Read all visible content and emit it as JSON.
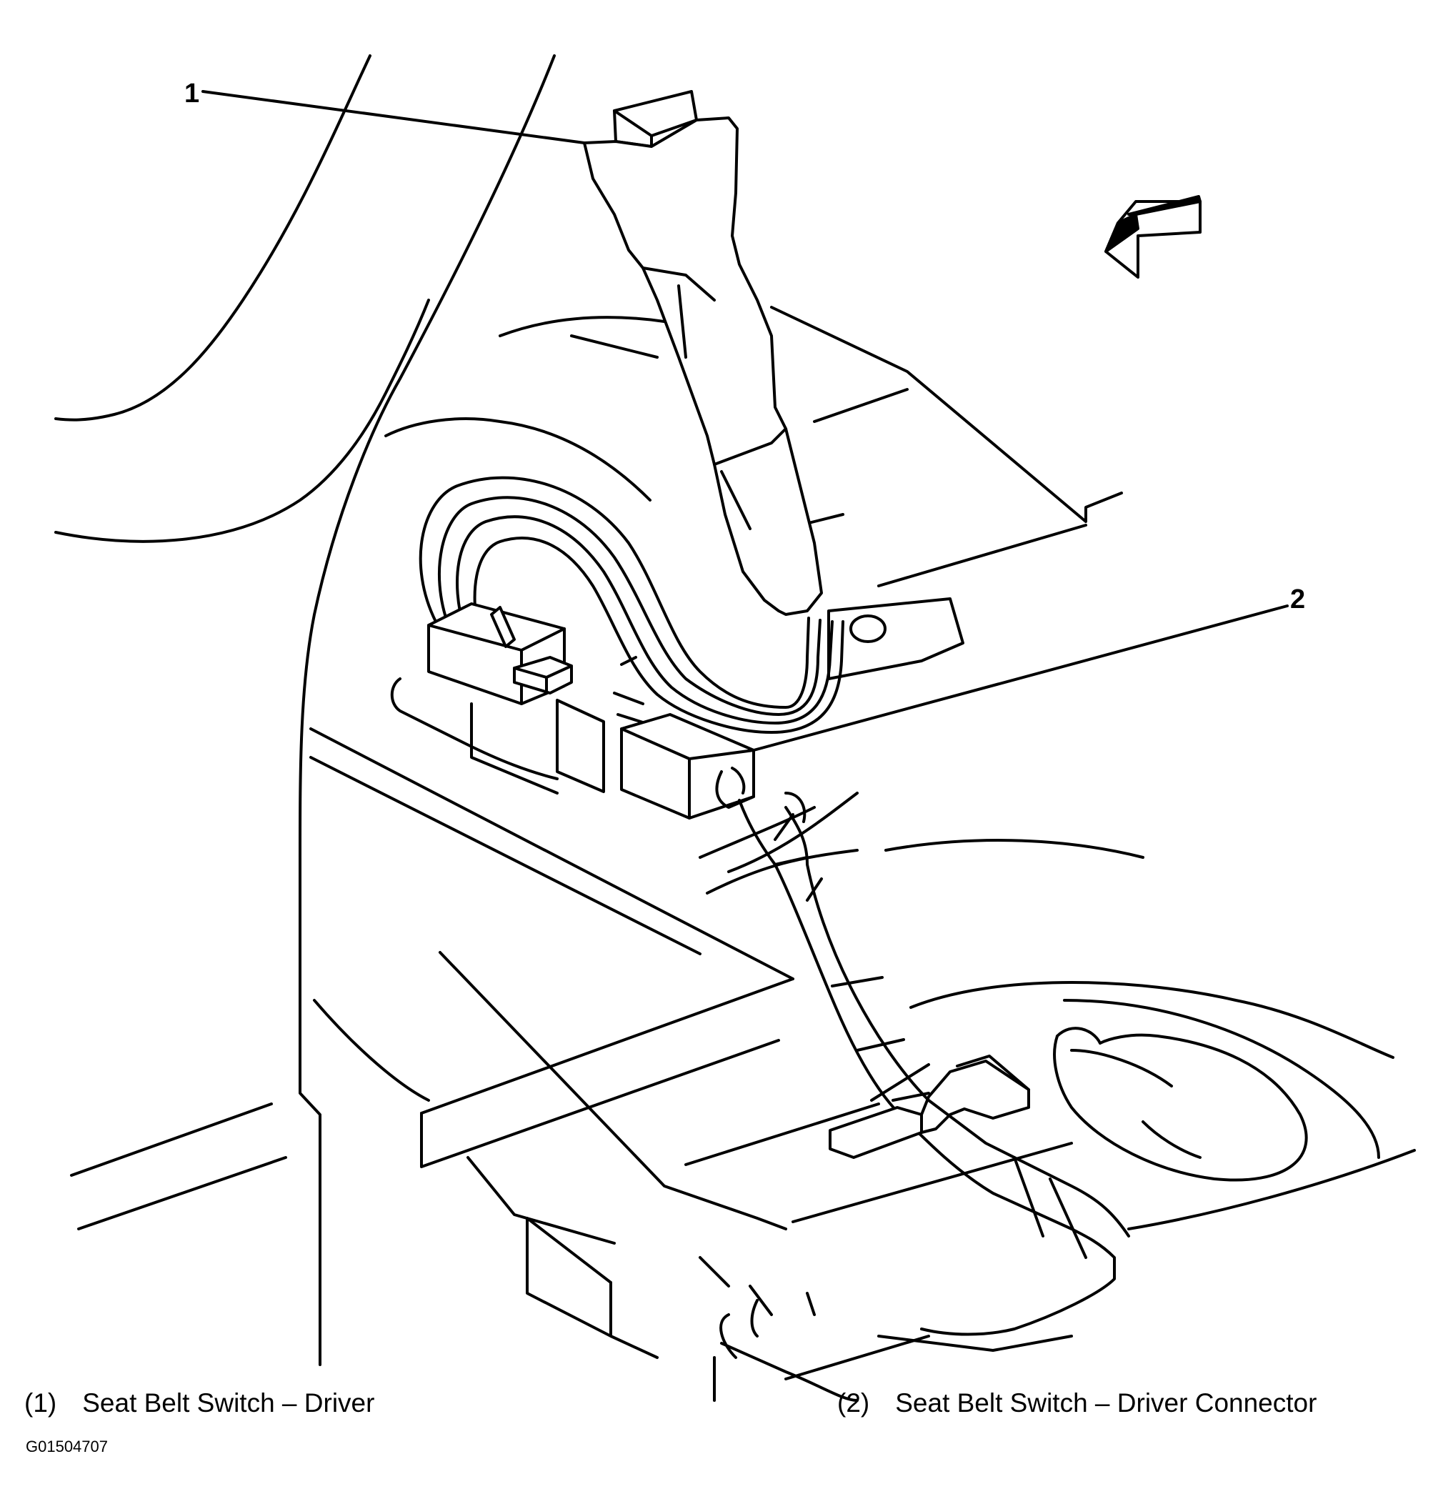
{
  "callouts": [
    {
      "number": "1",
      "label": "Seat Belt Switch – Driver"
    },
    {
      "number": "2",
      "label": "Seat Belt Switch – Driver Connector"
    }
  ],
  "legend": [
    {
      "num": "(1)",
      "text": "Seat Belt Switch – Driver"
    },
    {
      "num": "(2)",
      "text": "Seat Belt Switch – Driver Connector"
    }
  ],
  "figure_id": "G01504707",
  "icons": {
    "direction_arrow": "front-direction-arrow-icon"
  },
  "colors": {
    "line": "#000000",
    "background": "#ffffff"
  }
}
